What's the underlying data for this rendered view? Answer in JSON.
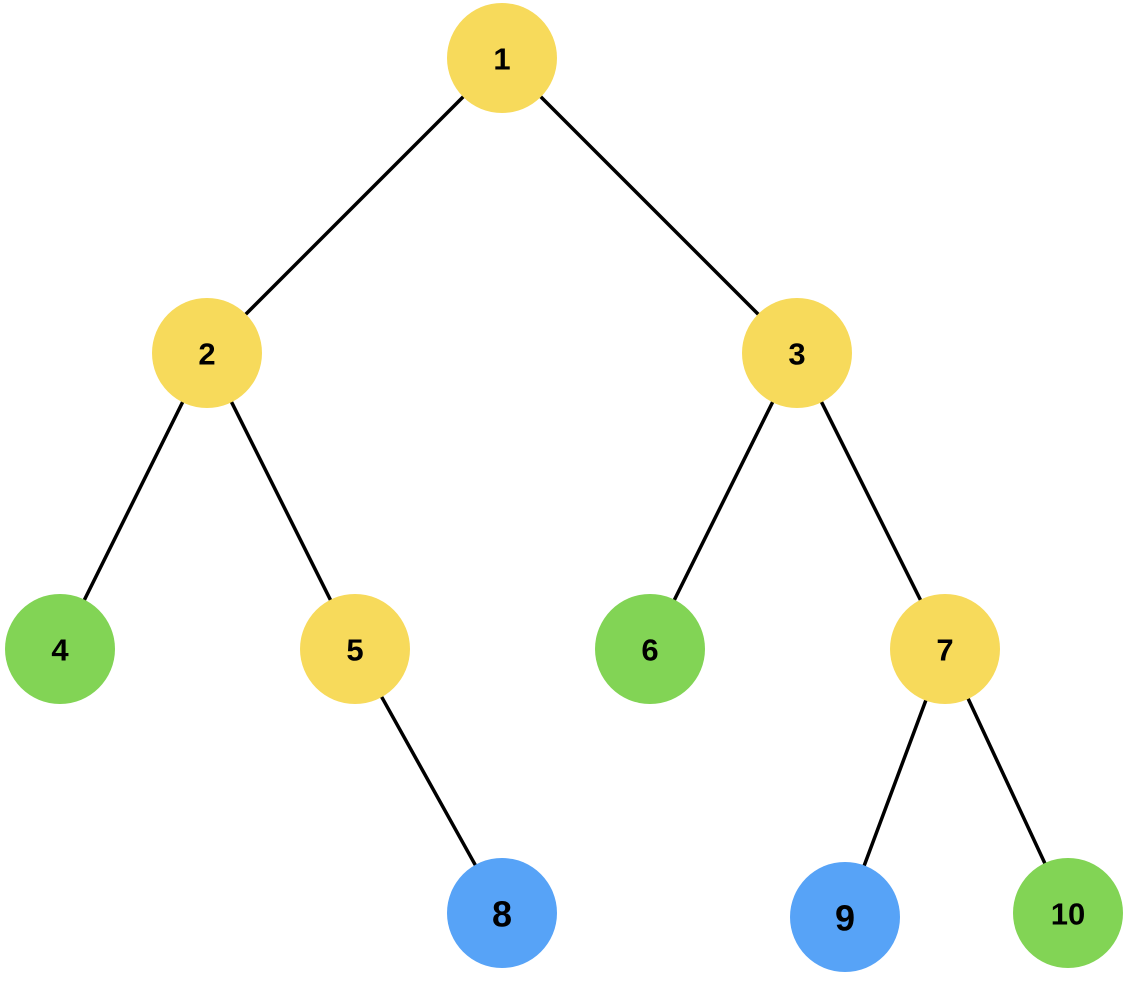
{
  "colors": {
    "yellow": "#F7DA5B",
    "green": "#82D455",
    "blue": "#57A3F7",
    "edge": "#000000",
    "label": "#000000"
  },
  "nodes": [
    {
      "id": "1",
      "label": "1",
      "color": "yellow"
    },
    {
      "id": "2",
      "label": "2",
      "color": "yellow"
    },
    {
      "id": "3",
      "label": "3",
      "color": "yellow"
    },
    {
      "id": "4",
      "label": "4",
      "color": "green"
    },
    {
      "id": "5",
      "label": "5",
      "color": "yellow"
    },
    {
      "id": "6",
      "label": "6",
      "color": "green"
    },
    {
      "id": "7",
      "label": "7",
      "color": "yellow"
    },
    {
      "id": "8",
      "label": "8",
      "color": "blue"
    },
    {
      "id": "9",
      "label": "9",
      "color": "blue"
    },
    {
      "id": "10",
      "label": "10",
      "color": "green"
    }
  ],
  "edges": [
    {
      "from": "1",
      "to": "2"
    },
    {
      "from": "1",
      "to": "3"
    },
    {
      "from": "2",
      "to": "4"
    },
    {
      "from": "2",
      "to": "5"
    },
    {
      "from": "3",
      "to": "6"
    },
    {
      "from": "3",
      "to": "7"
    },
    {
      "from": "5",
      "to": "8"
    },
    {
      "from": "7",
      "to": "9"
    },
    {
      "from": "7",
      "to": "10"
    }
  ]
}
